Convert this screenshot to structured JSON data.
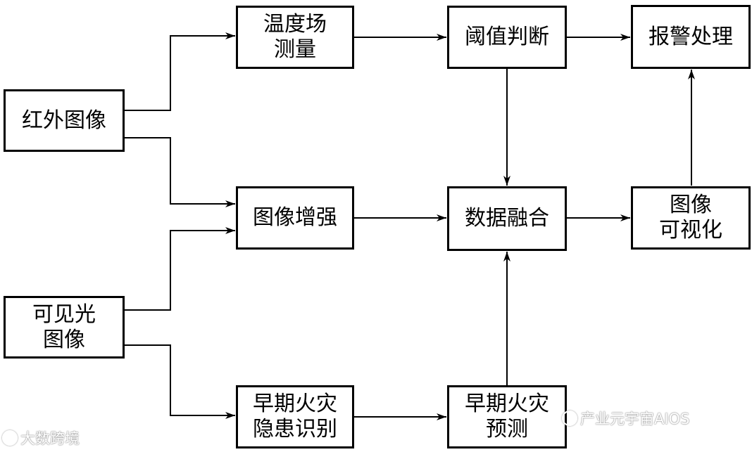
{
  "nodes": {
    "infrared_image": [
      "红外图像"
    ],
    "visible_image": [
      "可见光",
      "图像"
    ],
    "temp_field": [
      "温度场",
      "测量"
    ],
    "image_enhance": [
      "图像增强"
    ],
    "early_fire_hazard": [
      "早期火灾",
      "隐患识别"
    ],
    "threshold": [
      "阈值判断"
    ],
    "data_fusion": [
      "数据融合"
    ],
    "early_fire_predict": [
      "早期火灾",
      "预测"
    ],
    "alarm": [
      "报警处理"
    ],
    "visualization": [
      "图像",
      "可视化"
    ]
  },
  "watermarks": {
    "left": "大数跨境",
    "right": "产业元宇宙AIOS"
  }
}
